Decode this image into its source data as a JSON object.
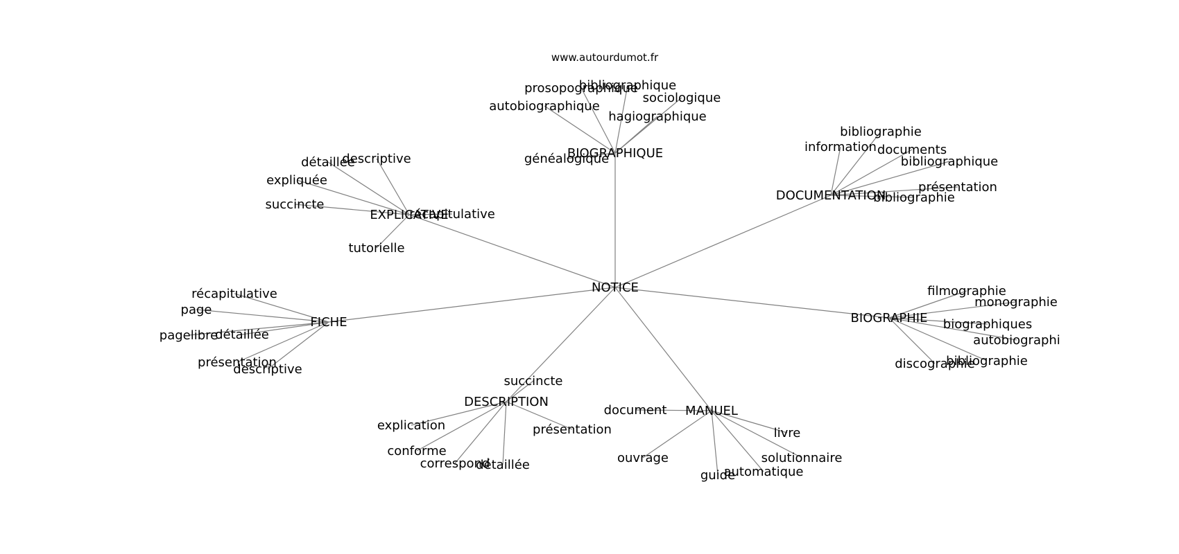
{
  "site": "www.autourdumot.fr",
  "center": "NOTICE",
  "hubs": [
    {
      "label": "BIOGRAPHIQUE",
      "leaves": [
        "prosopographique",
        "bibliographique",
        "sociologique",
        "autobiographique",
        "hagiographique",
        "généalogique"
      ]
    },
    {
      "label": "DOCUMENTATION",
      "leaves": [
        "bibliographie",
        "information",
        "documents",
        "bibliographique",
        "présentation",
        "bibliographie"
      ]
    },
    {
      "label": "EXPLICATIVE",
      "leaves": [
        "détaillée",
        "descriptive",
        "expliquée",
        "succincte",
        "récapitulative",
        "tutorielle"
      ]
    },
    {
      "label": "FICHE",
      "leaves": [
        "récapitulative",
        "page",
        "pagelibre",
        "détaillée",
        "présentation",
        "descriptive"
      ]
    },
    {
      "label": "BIOGRAPHIE",
      "leaves": [
        "filmographie",
        "monographie",
        "biographiques",
        "autobiographi",
        "discographie",
        "bibliographie"
      ]
    },
    {
      "label": "DESCRIPTION",
      "leaves": [
        "succincte",
        "explication",
        "présentation",
        "conforme",
        "correspond",
        "détaillée"
      ]
    },
    {
      "label": "MANUEL",
      "leaves": [
        "document",
        "livre",
        "ouvrage",
        "solutionnaire",
        "guide",
        "automatique"
      ]
    }
  ]
}
